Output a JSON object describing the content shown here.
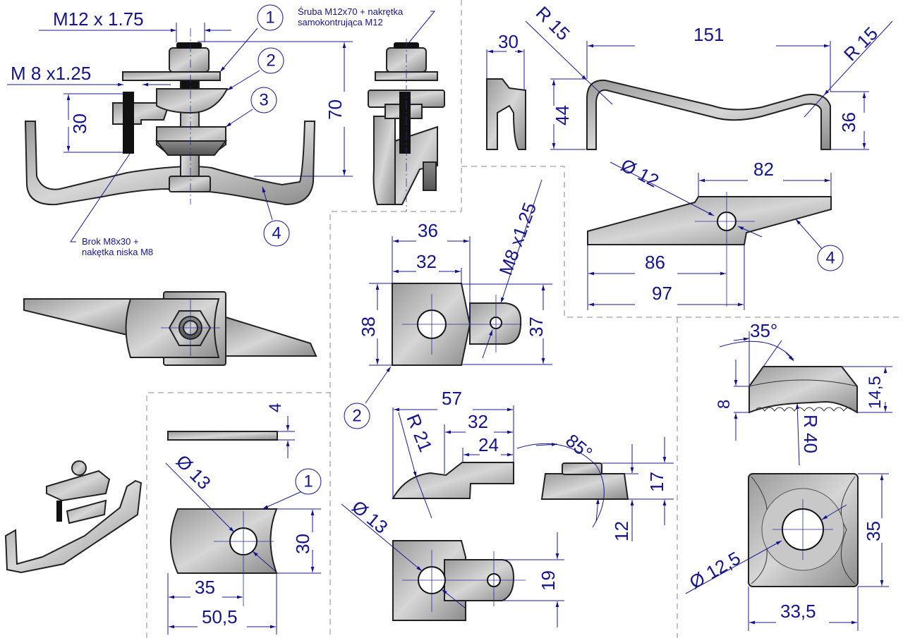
{
  "drawing": {
    "title": "Clamp assembly technical drawing",
    "colors": {
      "dimension": "#14148c",
      "metal": "#b8b8b8",
      "outline": "#222222",
      "frame": "#888888"
    },
    "assembly": {
      "thread_main": "M12 x 1.75",
      "thread_small": "M 8  x1.25",
      "height_small": "30",
      "height_total": "70",
      "note_bolt": [
        "Śruba M12x70 + nakrętka",
        "samokontrująca M12"
      ],
      "note_small_bolt": [
        "Brok M8x30 +",
        "nakętka niska M8"
      ],
      "part_numbers": [
        "1",
        "2",
        "3",
        "4"
      ]
    },
    "part4_side": {
      "width_top": "30",
      "height_left": "44",
      "span": "151",
      "radius_left": "R 15",
      "radius_right": "R 15",
      "height_right": "36"
    },
    "part4_plan": {
      "hole_dia": "Ø 12",
      "length_right": "82",
      "length_to_hole": "86",
      "length_total": "97",
      "part_number": "4"
    },
    "part2_top": {
      "width_outer": "36",
      "width_inner": "32",
      "height_left": "38",
      "height_right": "37",
      "thread": "M8 x1.25",
      "part_number": "2"
    },
    "part2_side": {
      "length_total": "57",
      "length_mid": "32",
      "length_tab": "24",
      "radius": "R 21"
    },
    "part2_bottom": {
      "hole_dia": "Ø 13",
      "tab_width": "19"
    },
    "part2_end": {
      "angle": "85°",
      "height_total": "17",
      "height_base": "12"
    },
    "part1": {
      "thickness": "4",
      "hole_dia": "Ø 13",
      "height": "30",
      "length_to_hole": "35",
      "length_total": "50,5",
      "part_number": "1"
    },
    "part3_side": {
      "angle": "35°",
      "height_edge": "8",
      "height_total": "14,5",
      "radius": "R 40"
    },
    "part3_top": {
      "hole_dia": "Ø 12,5",
      "height": "35",
      "width": "33,5"
    }
  }
}
